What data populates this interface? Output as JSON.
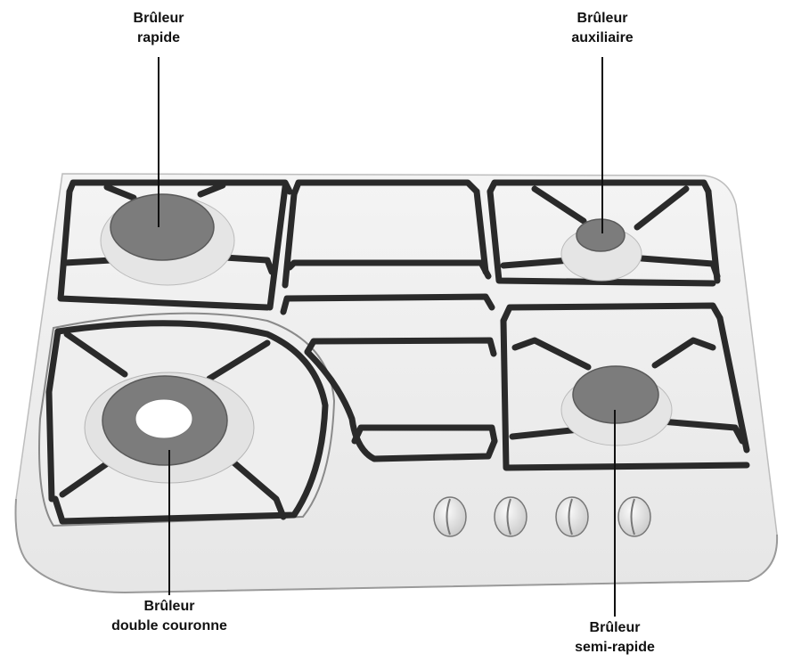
{
  "labels": {
    "rapide": {
      "line1": "Brûleur",
      "line2": "rapide"
    },
    "auxiliaire": {
      "line1": "Brûleur",
      "line2": "auxiliaire"
    },
    "double_couronne": {
      "line1": "Brûleur",
      "line2": "double couronne"
    },
    "semi_rapide": {
      "line1": "Brûleur",
      "line2": "semi-rapide"
    }
  },
  "colors": {
    "burner_cap": "#7c7c7c",
    "grate": "#2a2a2a",
    "hob": "#f2f2f2",
    "leader_line": "#111111"
  },
  "knob_count": 4
}
